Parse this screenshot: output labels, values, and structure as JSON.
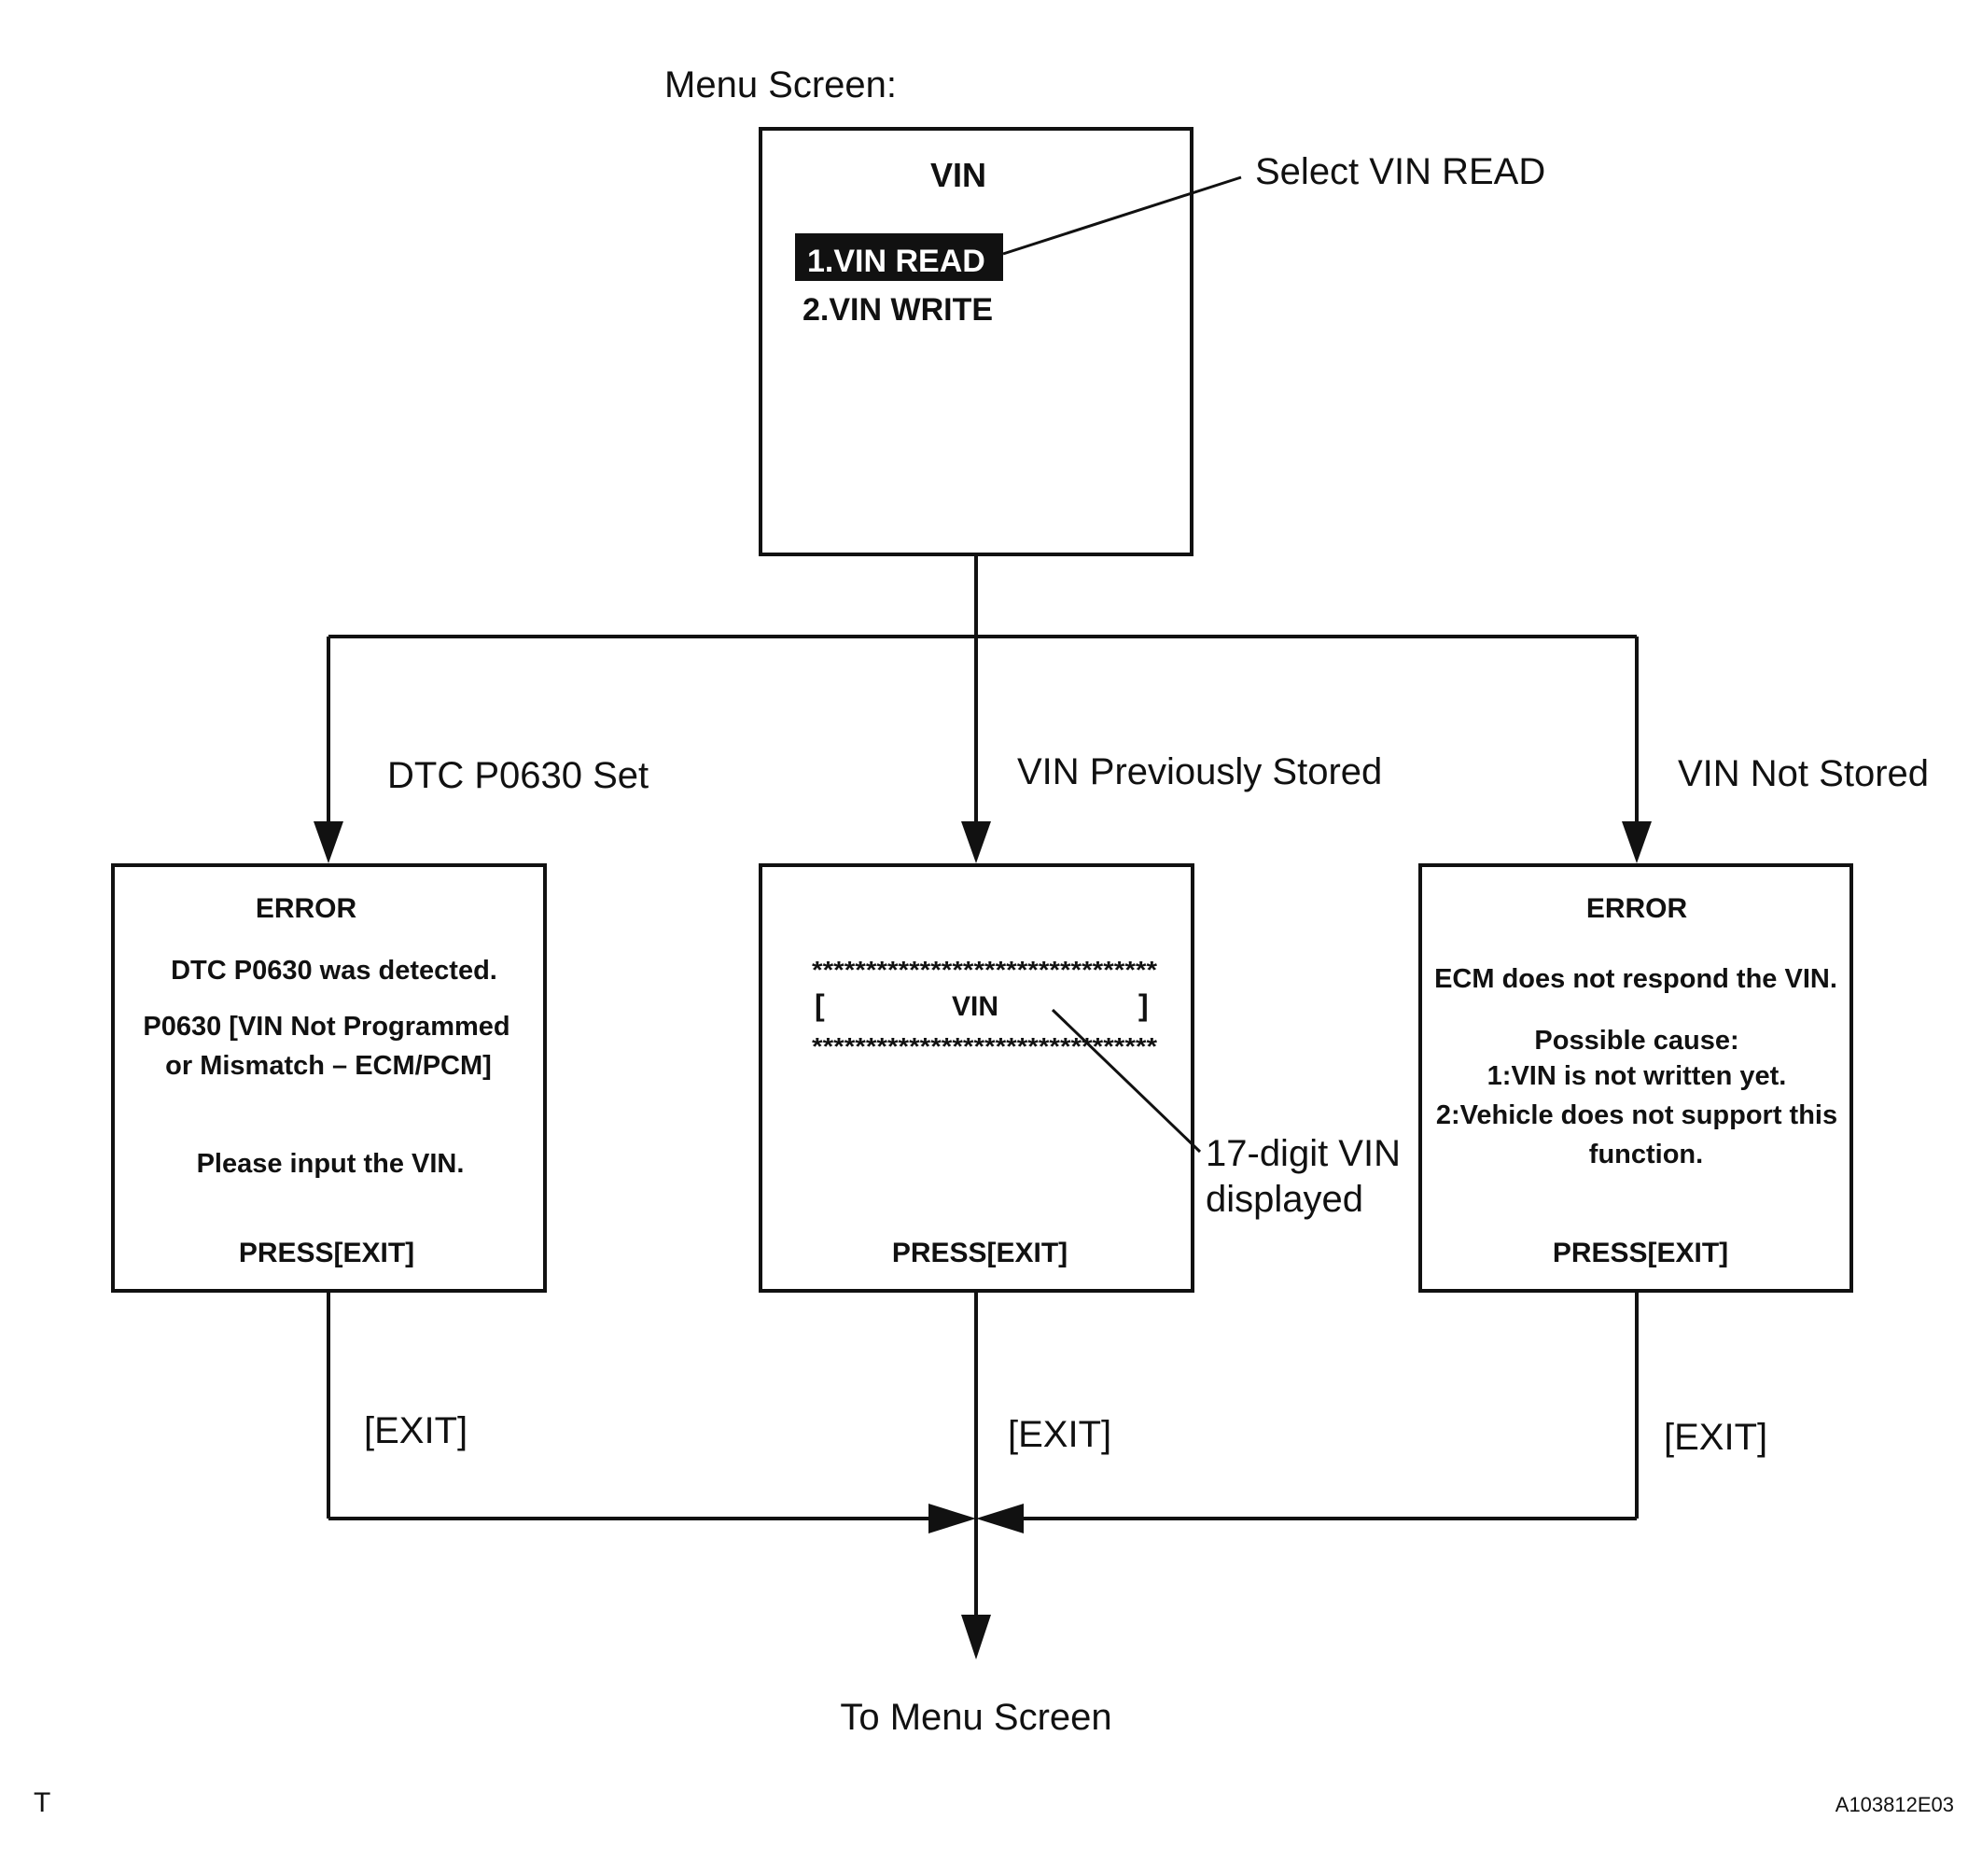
{
  "menu": {
    "caption": "Menu Screen:",
    "screen_title": "VIN",
    "item_read": "1.VIN READ",
    "item_write": "2.VIN WRITE",
    "callout": "Select VIN READ"
  },
  "branches": {
    "left": "DTC P0630 Set",
    "middle": "VIN Previously Stored",
    "right": "VIN Not Stored"
  },
  "left_screen": {
    "title": "ERROR",
    "line1": "DTC P0630 was detected.",
    "line2": "P0630  [VIN Not Programmed",
    "line3": "or Mismatch – ECM/PCM]",
    "line4": "Please input the VIN.",
    "footer": "PRESS[EXIT]"
  },
  "middle_screen": {
    "stars": "********************************",
    "bracket_open": "[",
    "vin": "VIN",
    "bracket_close": "]",
    "footer": "PRESS[EXIT]",
    "callout_line1": "17-digit VIN",
    "callout_line2": "displayed"
  },
  "right_screen": {
    "title": "ERROR",
    "line1": "ECM does not respond the VIN.",
    "line2": "Possible cause:",
    "line3": "1:VIN is not written yet.",
    "line4": "2:Vehicle does not support this",
    "line5": "function.",
    "footer": "PRESS[EXIT]"
  },
  "exit_labels": {
    "left": "[EXIT]",
    "middle": "[EXIT]",
    "right": "[EXIT]"
  },
  "bottom_label": "To Menu Screen",
  "corner_left": "T",
  "figure_code": "A103812E03"
}
